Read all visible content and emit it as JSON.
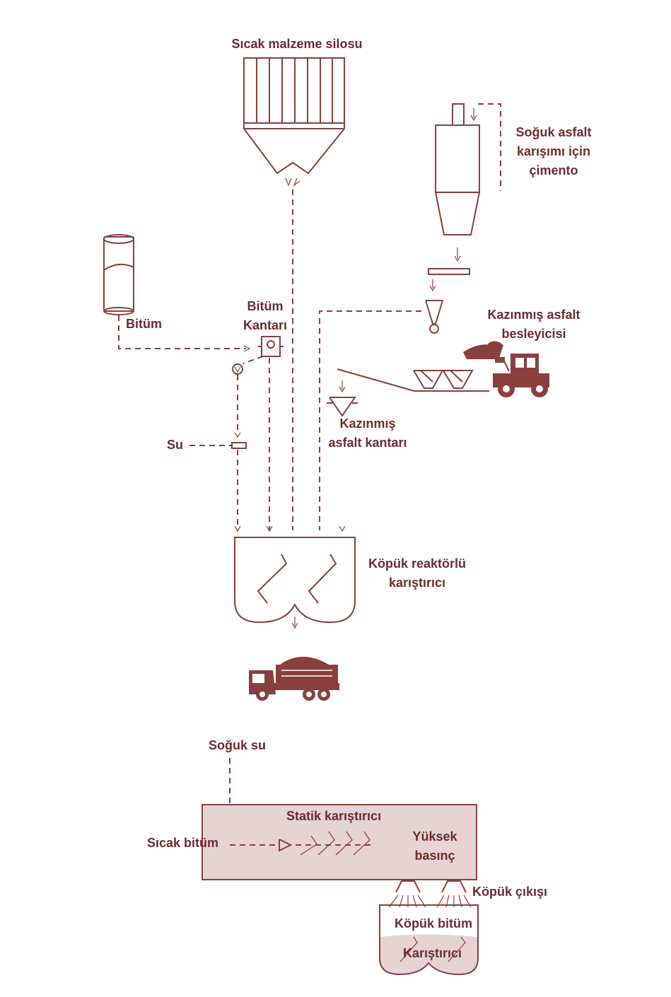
{
  "labels": {
    "hot_silo": "Sıcak malzeme silosu",
    "cement_line1": "Soğuk asfalt",
    "cement_line2": "karışımı için",
    "cement_line3": "çimento",
    "bitumen": "Bitüm",
    "bitumen_scale_line1": "Bitüm",
    "bitumen_scale_line2": "Kantarı",
    "rap_feeder_line1": "Kazınmış asfalt",
    "rap_feeder_line2": "besleyicisi",
    "water": "Su",
    "rap_scale_line1": "Kazınmış",
    "rap_scale_line2": "asfalt kantarı",
    "mixer_line1": "Köpük reaktörlü",
    "mixer_line2": "karıştırıcı",
    "cold_water": "Soğuk su",
    "static_mixer": "Statik karıştırıcı",
    "hot_bitumen": "Sıcak bitüm",
    "high_pressure_line1": "Yüksek",
    "high_pressure_line2": "basınç",
    "foam_outlet": "Köpük çıkışı",
    "foam_bitumen": "Köpük bitüm",
    "detail_mixer": "Karıştırıcı"
  },
  "colors": {
    "line": "#8a3f3f",
    "text": "#6e2c2c",
    "panel_fill": "#e6d3d3"
  },
  "icons": [
    "silo-icon",
    "cement-silo-icon",
    "bitumen-tank-icon",
    "wheel-loader-icon",
    "dump-truck-icon",
    "pump-icon",
    "valve-icon"
  ]
}
